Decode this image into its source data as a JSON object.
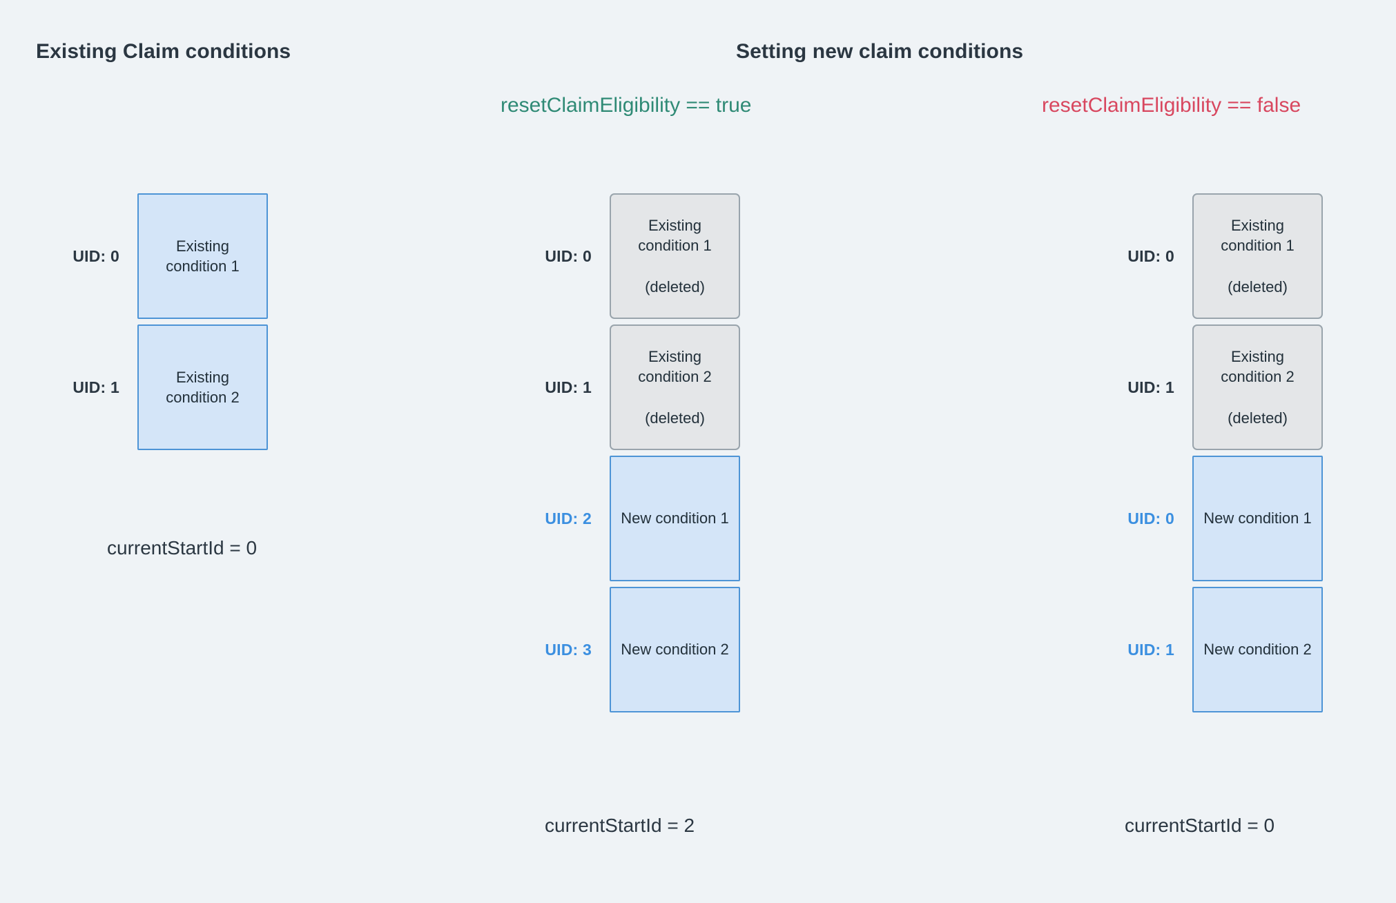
{
  "headings": {
    "left": "Existing Claim conditions",
    "right": "Setting new claim conditions"
  },
  "flags": {
    "reset_true": "resetClaimEligibility == true",
    "reset_false": "resetClaimEligibility == false"
  },
  "colors": {
    "background": "#eff3f6",
    "text": "#2b3742",
    "flag_true": "#2f8a75",
    "flag_false": "#d8475f",
    "box_blue_fill": "#d4e5f8",
    "box_blue_border": "#4d94d6",
    "box_gray_fill": "#e4e6e8",
    "box_gray_border": "#99a4ac",
    "uid_new": "#3b8fe0"
  },
  "columns": {
    "existing": {
      "rows": [
        {
          "uid": "UID: 0",
          "uid_kind": "existing",
          "box_kind": "blue",
          "title": "Existing condition 1",
          "status": ""
        },
        {
          "uid": "UID: 1",
          "uid_kind": "existing",
          "box_kind": "blue",
          "title": "Existing condition 2",
          "status": ""
        }
      ],
      "footer": "currentStartId = 0"
    },
    "reset_true": {
      "rows": [
        {
          "uid": "UID: 0",
          "uid_kind": "existing",
          "box_kind": "gray",
          "title": "Existing condition 1",
          "status": "(deleted)"
        },
        {
          "uid": "UID: 1",
          "uid_kind": "existing",
          "box_kind": "gray",
          "title": "Existing condition 2",
          "status": "(deleted)"
        },
        {
          "uid": "UID: 2",
          "uid_kind": "new",
          "box_kind": "blue",
          "title": "New condition 1",
          "status": ""
        },
        {
          "uid": "UID: 3",
          "uid_kind": "new",
          "box_kind": "blue",
          "title": "New condition 2",
          "status": ""
        }
      ],
      "footer": "currentStartId = 2"
    },
    "reset_false": {
      "rows": [
        {
          "uid": "UID: 0",
          "uid_kind": "existing",
          "box_kind": "gray",
          "title": "Existing condition 1",
          "status": "(deleted)"
        },
        {
          "uid": "UID: 1",
          "uid_kind": "existing",
          "box_kind": "gray",
          "title": "Existing condition 2",
          "status": "(deleted)"
        },
        {
          "uid": "UID: 0",
          "uid_kind": "new",
          "box_kind": "blue",
          "title": "New condition 1",
          "status": ""
        },
        {
          "uid": "UID: 1",
          "uid_kind": "new",
          "box_kind": "blue",
          "title": "New condition 2",
          "status": ""
        }
      ],
      "footer": "currentStartId = 0"
    }
  }
}
